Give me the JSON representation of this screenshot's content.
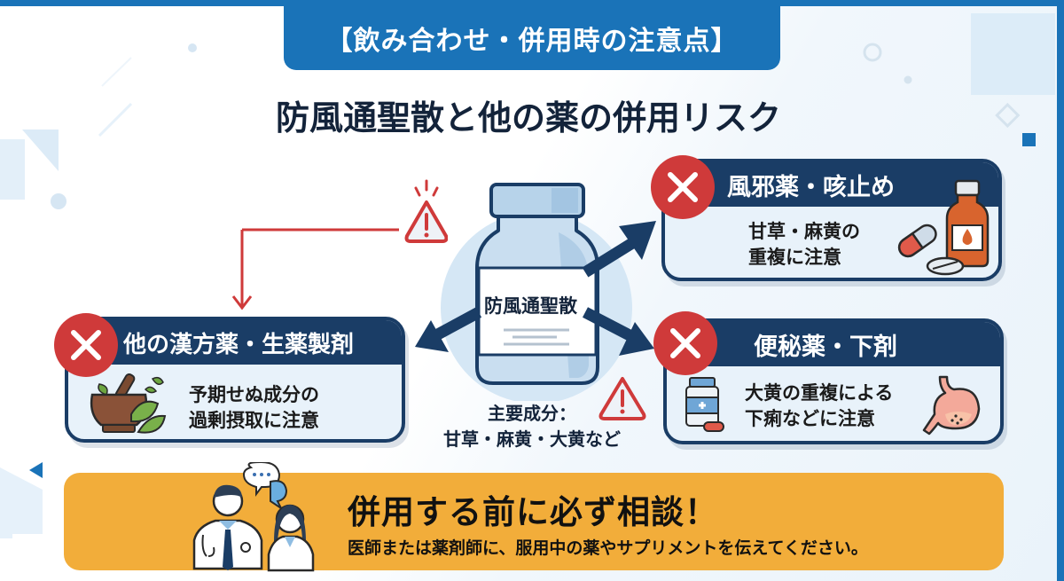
{
  "header": {
    "badge_label": "【飲み合わせ・併用時の注意点】",
    "title": "防風通聖散と他の薬の併用リスク"
  },
  "center": {
    "bottle_label": "防風通聖散",
    "ingredients_line1": "主要成分：",
    "ingredients_line2": "甘草・麻黄・大黄など"
  },
  "cards": [
    {
      "position": "top-right",
      "title": "風邪薬・咳止め",
      "body_line1": "甘草・麻黄の",
      "body_line2": "重複に注意",
      "icon": "cold-medicine-icon"
    },
    {
      "position": "left",
      "title": "他の漢方薬・生薬製剤",
      "body_line1": "予期せぬ成分の",
      "body_line2": "過剰摂取に注意",
      "icon": "mortar-herbs-icon"
    },
    {
      "position": "bottom-right",
      "title": "便秘薬・下剤",
      "body_line1": "大黄の重複による",
      "body_line2": "下痢などに注意",
      "icon": "stomach-icon"
    }
  ],
  "banner": {
    "title": "併用する前に必ず相談！",
    "subtitle": "医師または薬剤師に、服用中の薬やサプリメントを伝えてください。"
  },
  "colors": {
    "primary_blue": "#1a73b8",
    "navy": "#1a3d66",
    "danger_red": "#cf3a3a",
    "banner_orange": "#f2ad3a",
    "card_bg": "#e8f2fa"
  }
}
